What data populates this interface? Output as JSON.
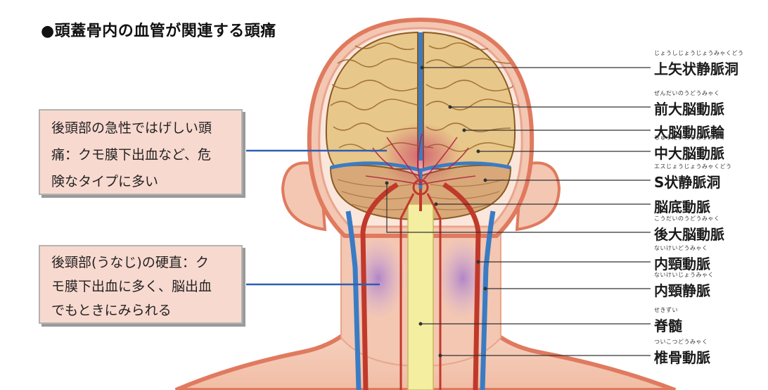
{
  "title": "●頭蓋骨内の血管が関連する頭痛",
  "callouts": [
    {
      "lines": [
        "後頭部の急性ではげしい頭",
        "痛：クモ膜下出血など、危",
        "険なタイプに多い"
      ]
    },
    {
      "lines": [
        "後頸部(うなじ)の硬直：ク",
        "モ膜下出血に多く、脳出血",
        "でもときにみられる"
      ]
    }
  ],
  "labels": [
    {
      "text": "上矢状静脈洞",
      "ruby": "じょうしじょうじょうみゃくどう"
    },
    {
      "text": "前大脳動脈",
      "ruby": "ぜんだいのうどうみゃく"
    },
    {
      "text": "大脳動脈輪",
      "ruby": ""
    },
    {
      "text": "中大脳動脈",
      "ruby": "ちゅうだいのうどうみゃく"
    },
    {
      "text": "S状静脈洞",
      "ruby": "エスじょうじょうみゃくどう"
    },
    {
      "text": "脳底動脈",
      "ruby": ""
    },
    {
      "text": "後大脳動脈",
      "ruby": "こうだいのうどうみゃく"
    },
    {
      "text": "内頸動脈",
      "ruby": "ないけいどうみゃく"
    },
    {
      "text": "内頸静脈",
      "ruby": "ないけいじょうみゃく"
    },
    {
      "text": "脊髄",
      "ruby": "せきずい"
    },
    {
      "text": "椎骨動脈",
      "ruby": "ついこつどうみゃく"
    }
  ],
  "colors": {
    "skin": "#f3c7b2",
    "skin_edge": "#e07a5f",
    "brain": "#e8c78a",
    "brain_line": "#9a6a2a",
    "cerebellum": "#d9a878",
    "artery": "#c0392b",
    "vein": "#3a7cc4",
    "spinal": "#f3eea0",
    "hemorrhage": "#b58bd0",
    "callout_bg": "#f8d9cf",
    "pointer": "#2f5fb3"
  }
}
